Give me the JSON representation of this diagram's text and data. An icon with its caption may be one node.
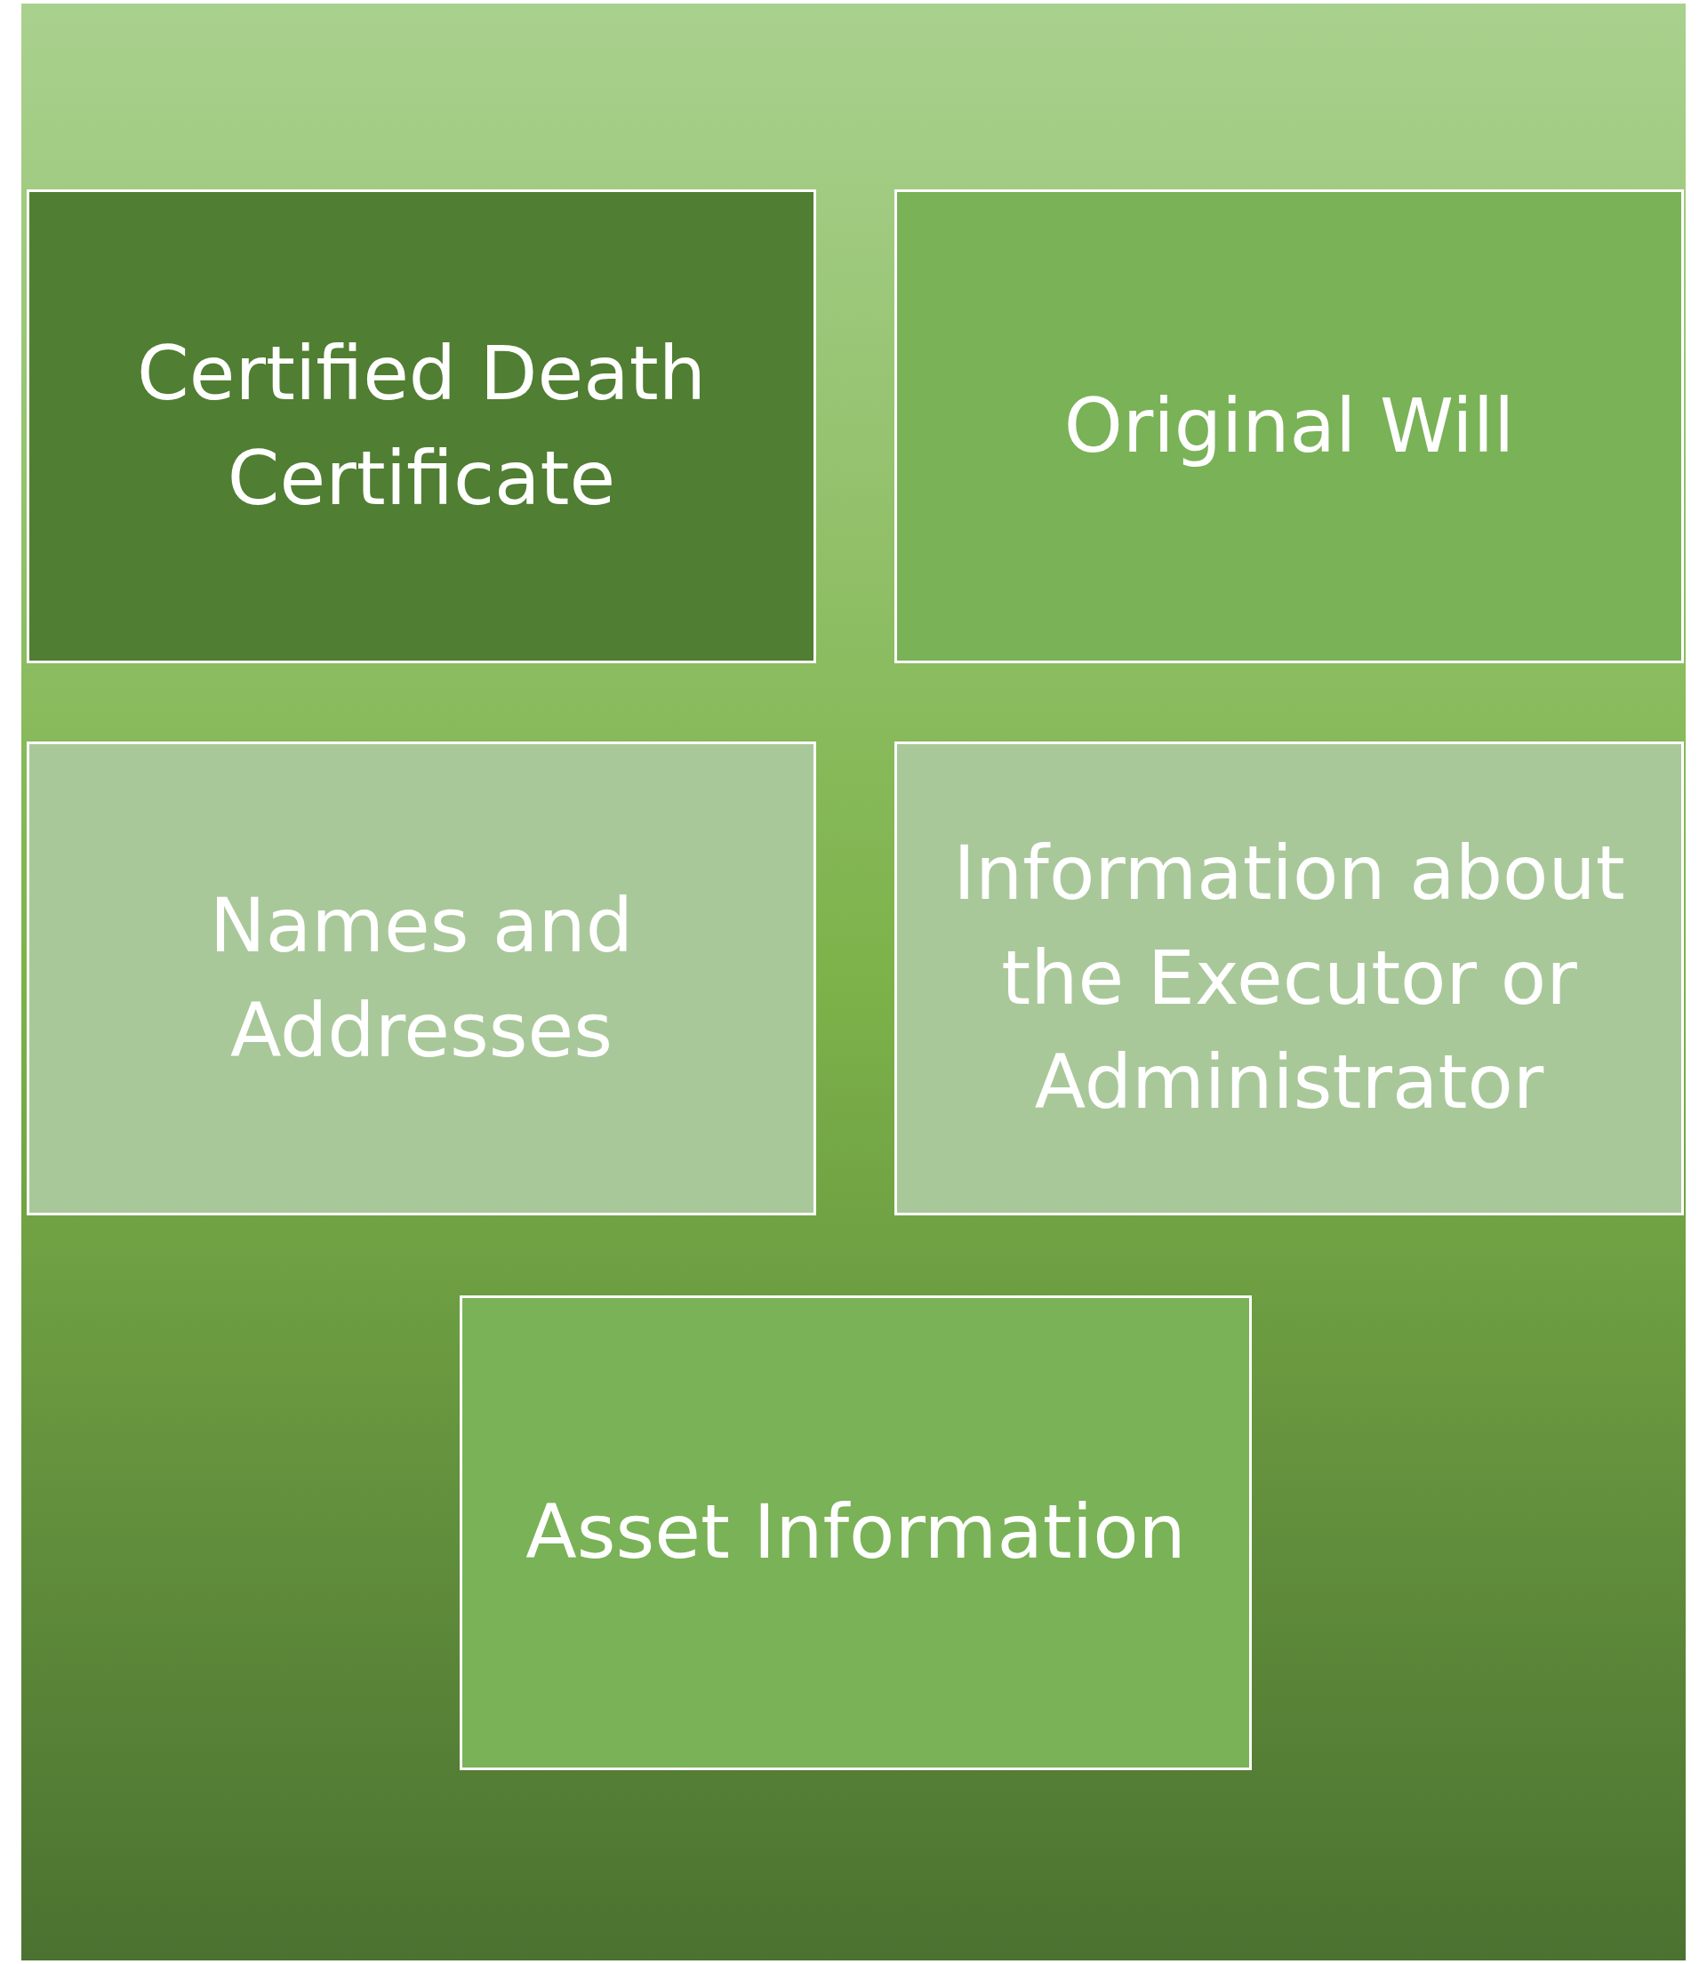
{
  "diagram": {
    "nodes": [
      {
        "text": [],
        "shape": "box"
      },
      {
        "text": [
          "Certified Death Certificate"
        ],
        "in": 0
      },
      {
        "text": [
          "Original Will"
        ],
        "in": 0
      },
      {
        "text": [
          "Names and Addresses"
        ],
        "in": 0
      },
      {
        "text": [
          "Information about the Executor or Administrator"
        ],
        "in": 0
      },
      {
        "text": [
          "Asset Information"
        ],
        "in": 0
      }
    ],
    "edges": []
  }
}
